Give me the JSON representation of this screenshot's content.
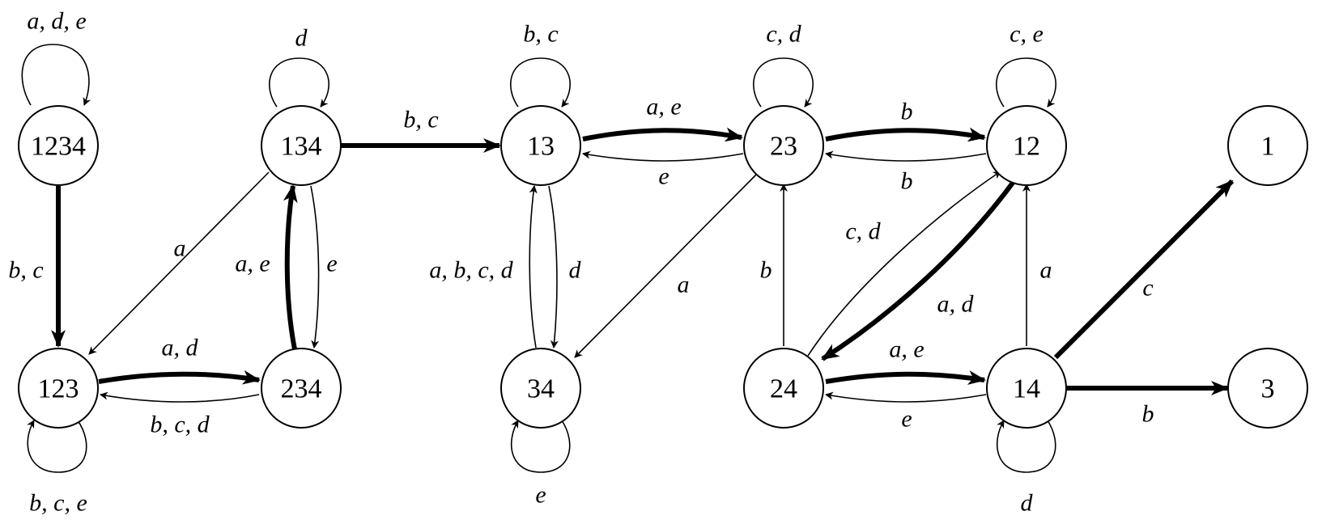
{
  "nodes": {
    "n1234": "1234",
    "n134": "134",
    "n13": "13",
    "n23": "23",
    "n12": "12",
    "n1": "1",
    "n123": "123",
    "n234": "234",
    "n34": "34",
    "n24": "24",
    "n14": "14",
    "n3": "3"
  },
  "edges": {
    "loop_1234": "a, d, e",
    "loop_134": "d",
    "loop_13": "b, c",
    "loop_23": "c, d",
    "loop_12": "c, e",
    "loop_123": "b, c, e",
    "loop_34": "e",
    "loop_14": "d",
    "n1234_n123": "b, c",
    "n134_n13": "b, c",
    "n134_n123": "a",
    "n234_n134": "a, e",
    "n134_n234": "e",
    "n123_n234": "a, d",
    "n234_n123": "b, c, d",
    "n13_n23": "a, e",
    "n23_n13": "e",
    "n34_n13": "a, b, c, d",
    "n13_n34": "d",
    "n23_n34": "a",
    "n23_n12": "b",
    "n12_n23": "b",
    "n24_n23": "b",
    "n24_n12": "c, d",
    "n12_n24": "a, d",
    "n24_n14": "a, e",
    "n14_n24": "e",
    "n14_n12": "a",
    "n14_n1": "c",
    "n14_n3": "b"
  }
}
